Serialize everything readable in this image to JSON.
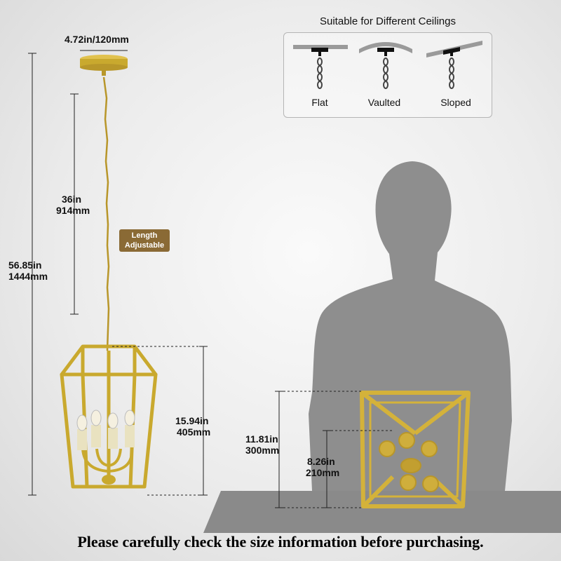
{
  "ceilings": {
    "title": "Suitable for Different Ceilings",
    "types": [
      "Flat",
      "Vaulted",
      "Sloped"
    ]
  },
  "dimensions": {
    "canopy_width": "4.72in/120mm",
    "chain_length_in": "36in",
    "chain_length_mm": "914mm",
    "total_height_in": "56.85in",
    "total_height_mm": "1444mm",
    "fixture_height_in": "15.94in",
    "fixture_height_mm": "405mm",
    "box_width_in": "11.81in",
    "box_width_mm": "300mm",
    "bottom_width_in": "8.26in",
    "bottom_width_mm": "210mm"
  },
  "badge": {
    "line1": "Length",
    "line2": "Adjustable"
  },
  "footer": "Please carefully check the size information before purchasing.",
  "colors": {
    "gold": "#c9a92e",
    "gold_light": "#e3c95a",
    "silhouette": "#8c8c8c",
    "badge": "#8a6a35"
  }
}
